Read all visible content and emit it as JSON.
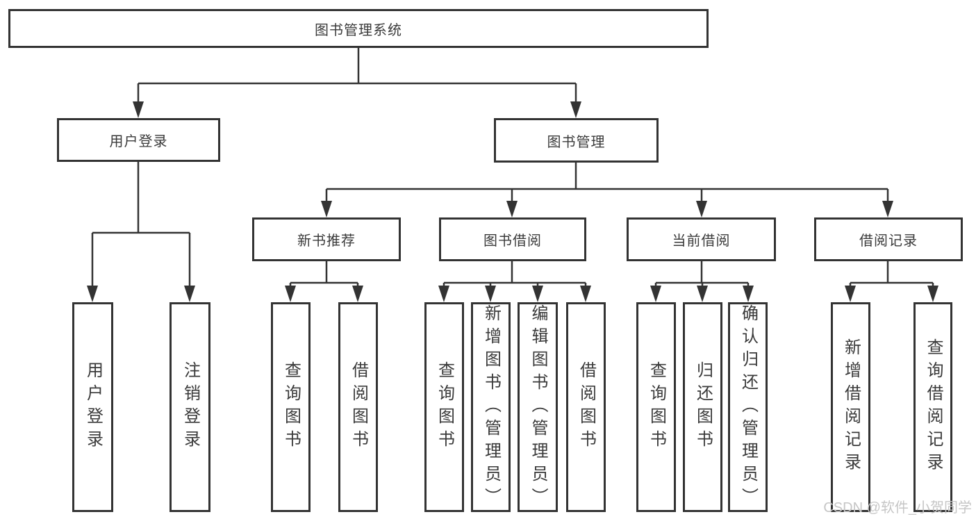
{
  "diagram": {
    "colors": {
      "line": "#333333",
      "box_border": "#333333",
      "text": "#3a3a3a",
      "background": "#ffffff",
      "watermark_text_color": "#c6c6c6"
    },
    "nodes": {
      "root": "图书管理系统",
      "user_login": "用户登录",
      "book_mgmt": "图书管理",
      "new_book_rec": "新书推荐",
      "book_borrow": "图书借阅",
      "current_borrow": "当前借阅",
      "borrow_records": "借阅记录",
      "leaf_user_login": "用户登录",
      "leaf_logout": "注销登录",
      "leaf_query_book_1": "查询图书",
      "leaf_borrow_book_1": "借阅图书",
      "leaf_query_book_2": "查询图书",
      "leaf_add_book": "新增图书（管理员）",
      "leaf_edit_book": "编辑图书（管理员）",
      "leaf_borrow_book_2": "借阅图书",
      "leaf_query_book_3": "查询图书",
      "leaf_return_book": "归还图书",
      "leaf_confirm_return": "确认归还（管理员）",
      "leaf_add_record": "新增借阅记录",
      "leaf_query_record": "查询借阅记录"
    },
    "hierarchy": {
      "图书管理系统": {
        "用户登录": [
          "用户登录",
          "注销登录"
        ],
        "图书管理": {
          "新书推荐": [
            "查询图书",
            "借阅图书"
          ],
          "图书借阅": [
            "查询图书",
            "新增图书（管理员）",
            "编辑图书（管理员）",
            "借阅图书"
          ],
          "当前借阅": [
            "查询图书",
            "归还图书",
            "确认归还（管理员）"
          ],
          "借阅记录": [
            "新增借阅记录",
            "查询借阅记录"
          ]
        }
      }
    },
    "watermark": "CSDN @软件_小贺同学"
  }
}
